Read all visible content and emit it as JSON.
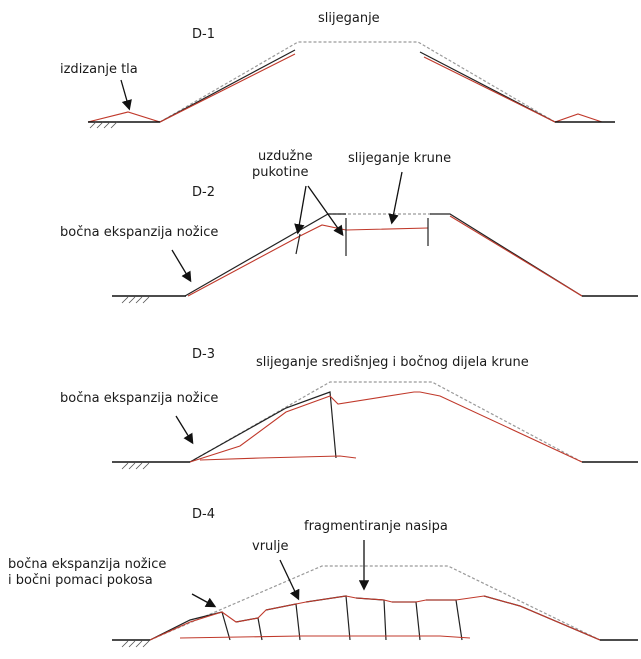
{
  "stages": [
    {
      "id": "D-1",
      "labels": [
        "slijeganje",
        "izdizanje tla"
      ]
    },
    {
      "id": "D-2",
      "labels": [
        "uzdužne\npukotine",
        "slijeganje krune",
        "bočna ekspanzija nožice"
      ]
    },
    {
      "id": "D-3",
      "labels": [
        "slijeganje središnjeg i bočnog dijela krune",
        "bočna ekspanzija nožice"
      ]
    },
    {
      "id": "D-4",
      "labels": [
        "fragmentiranje nasipa",
        "vrulje",
        "bočna ekspanzija nožice\ni bočni pomaci pokosa"
      ]
    }
  ],
  "colors": {
    "original_outline": "#9a9a9a",
    "deformed_outline": "#c0392b",
    "ground_line": "#111111"
  }
}
